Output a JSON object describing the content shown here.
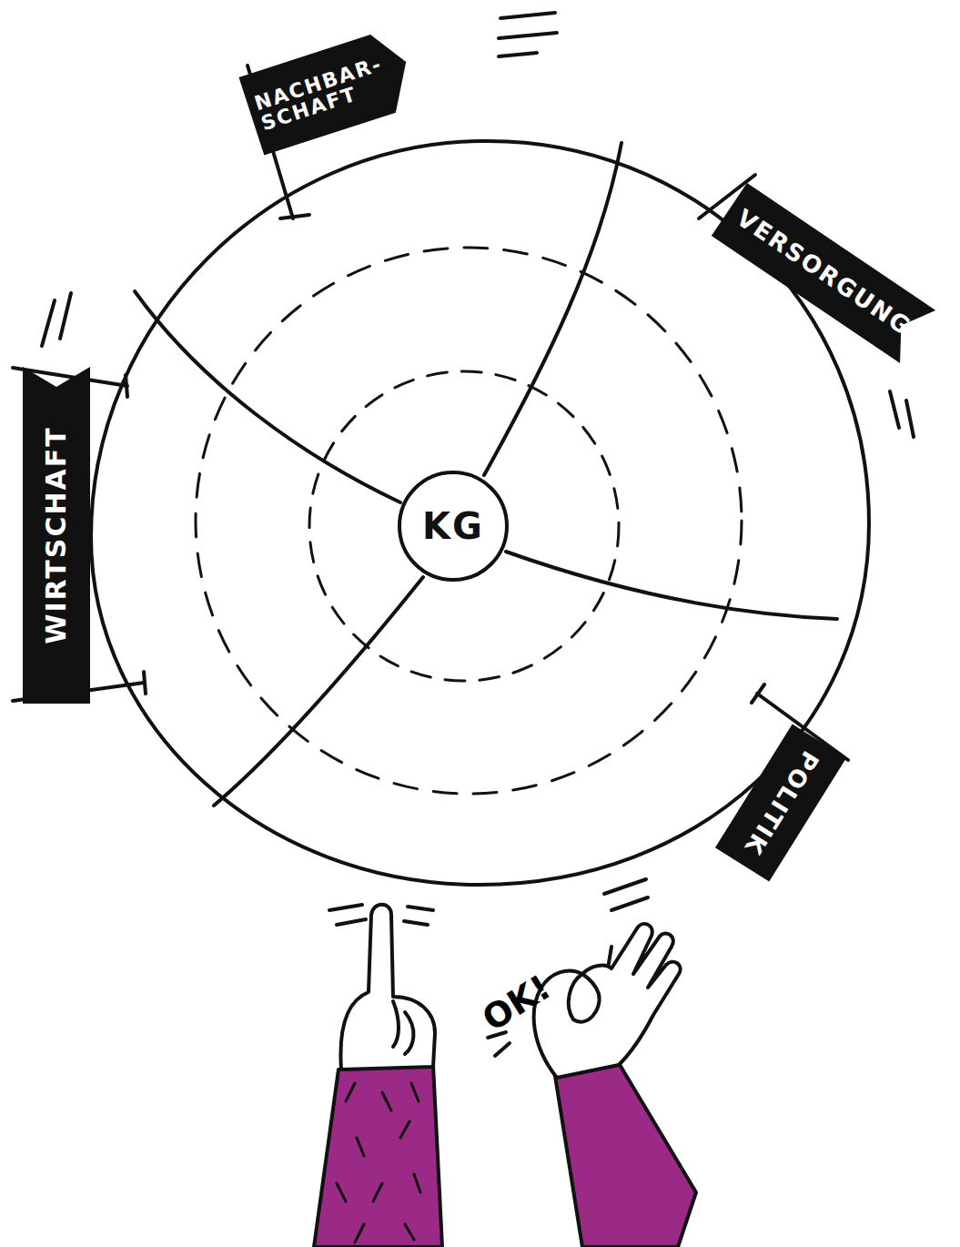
{
  "diagram": {
    "nodes": [
      {
        "text": [
          "NACHBAR- SCHAFT"
        ]
      },
      {
        "text": [
          "VERSORGUNG"
        ]
      },
      {
        "text": [
          "WIRTSCHAFT"
        ]
      },
      {
        "text": [
          "KG"
        ]
      },
      {
        "text": [
          "POLITIK"
        ]
      }
    ],
    "labels": [
      "OK!"
    ]
  }
}
